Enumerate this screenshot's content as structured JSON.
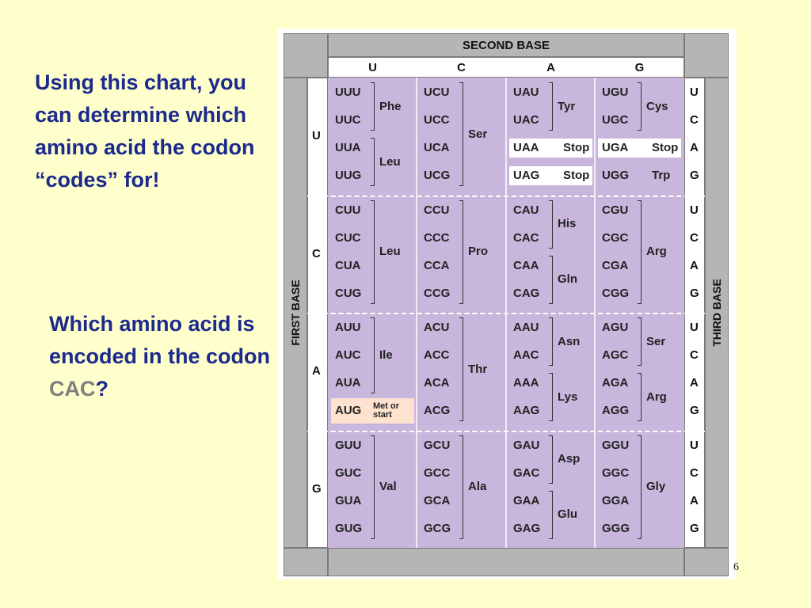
{
  "left_text": {
    "paragraph1": "Using this chart, you can determine which amino acid the codon “codes” for!",
    "question_before": "Which amino acid is encoded in the codon ",
    "question_codon": "CAC",
    "question_after": "?"
  },
  "colors": {
    "background": "#ffffcc",
    "text": "#1b2a8c",
    "highlight": "#7f7f7f",
    "table_purple": "#c9b6dc",
    "table_gray": "#b5b5b5",
    "met_start": "#fde3cf"
  },
  "table": {
    "second_base_label": "SECOND BASE",
    "first_base_label": "FIRST BASE",
    "third_base_label": "THIRD BASE",
    "second_bases": [
      "U",
      "C",
      "A",
      "G"
    ],
    "first_bases": [
      "U",
      "C",
      "A",
      "G"
    ],
    "third_bases": [
      "U",
      "C",
      "A",
      "G"
    ],
    "groups": [
      [
        {
          "codons": [
            "UUU",
            "UUC",
            "UUA",
            "UUG"
          ],
          "aas": [
            {
              "name": "Phe",
              "rows": [
                0,
                1
              ]
            },
            {
              "name": "Leu",
              "rows": [
                2,
                3
              ]
            }
          ]
        },
        {
          "codons": [
            "UCU",
            "UCC",
            "UCA",
            "UCG"
          ],
          "aas": [
            {
              "name": "Ser",
              "rows": [
                0,
                3
              ]
            }
          ]
        },
        {
          "codons": [
            "UAU",
            "UAC",
            "UAA",
            "UAG"
          ],
          "aas": [
            {
              "name": "Tyr",
              "rows": [
                0,
                1
              ]
            },
            {
              "name": "Stop",
              "rows": [
                2,
                2
              ],
              "highlight": true
            },
            {
              "name": "Stop",
              "rows": [
                3,
                3
              ],
              "highlight": true
            }
          ]
        },
        {
          "codons": [
            "UGU",
            "UGC",
            "UGA",
            "UGG"
          ],
          "aas": [
            {
              "name": "Cys",
              "rows": [
                0,
                1
              ]
            },
            {
              "name": "Stop",
              "rows": [
                2,
                2
              ],
              "highlight": true
            },
            {
              "name": "Trp",
              "rows": [
                3,
                3
              ]
            }
          ]
        }
      ],
      [
        {
          "codons": [
            "CUU",
            "CUC",
            "CUA",
            "CUG"
          ],
          "aas": [
            {
              "name": "Leu",
              "rows": [
                0,
                3
              ]
            }
          ]
        },
        {
          "codons": [
            "CCU",
            "CCC",
            "CCA",
            "CCG"
          ],
          "aas": [
            {
              "name": "Pro",
              "rows": [
                0,
                3
              ]
            }
          ]
        },
        {
          "codons": [
            "CAU",
            "CAC",
            "CAA",
            "CAG"
          ],
          "aas": [
            {
              "name": "His",
              "rows": [
                0,
                1
              ]
            },
            {
              "name": "Gln",
              "rows": [
                2,
                3
              ]
            }
          ]
        },
        {
          "codons": [
            "CGU",
            "CGC",
            "CGA",
            "CGG"
          ],
          "aas": [
            {
              "name": "Arg",
              "rows": [
                0,
                3
              ]
            }
          ]
        }
      ],
      [
        {
          "codons": [
            "AUU",
            "AUC",
            "AUA",
            "AUG"
          ],
          "aas": [
            {
              "name": "Ile",
              "rows": [
                0,
                2
              ]
            },
            {
              "name": "Met or start",
              "rows": [
                3,
                3
              ],
              "start": true
            }
          ]
        },
        {
          "codons": [
            "ACU",
            "ACC",
            "ACA",
            "ACG"
          ],
          "aas": [
            {
              "name": "Thr",
              "rows": [
                0,
                3
              ]
            }
          ]
        },
        {
          "codons": [
            "AAU",
            "AAC",
            "AAA",
            "AAG"
          ],
          "aas": [
            {
              "name": "Asn",
              "rows": [
                0,
                1
              ]
            },
            {
              "name": "Lys",
              "rows": [
                2,
                3
              ]
            }
          ]
        },
        {
          "codons": [
            "AGU",
            "AGC",
            "AGA",
            "AGG"
          ],
          "aas": [
            {
              "name": "Ser",
              "rows": [
                0,
                1
              ]
            },
            {
              "name": "Arg",
              "rows": [
                2,
                3
              ]
            }
          ]
        }
      ],
      [
        {
          "codons": [
            "GUU",
            "GUC",
            "GUA",
            "GUG"
          ],
          "aas": [
            {
              "name": "Val",
              "rows": [
                0,
                3
              ]
            }
          ]
        },
        {
          "codons": [
            "GCU",
            "GCC",
            "GCA",
            "GCG"
          ],
          "aas": [
            {
              "name": "Ala",
              "rows": [
                0,
                3
              ]
            }
          ]
        },
        {
          "codons": [
            "GAU",
            "GAC",
            "GAA",
            "GAG"
          ],
          "aas": [
            {
              "name": "Asp",
              "rows": [
                0,
                1
              ]
            },
            {
              "name": "Glu",
              "rows": [
                2,
                3
              ]
            }
          ]
        },
        {
          "codons": [
            "GGU",
            "GGC",
            "GGA",
            "GGG"
          ],
          "aas": [
            {
              "name": "Gly",
              "rows": [
                0,
                3
              ]
            }
          ]
        }
      ]
    ]
  },
  "page_number": "6"
}
